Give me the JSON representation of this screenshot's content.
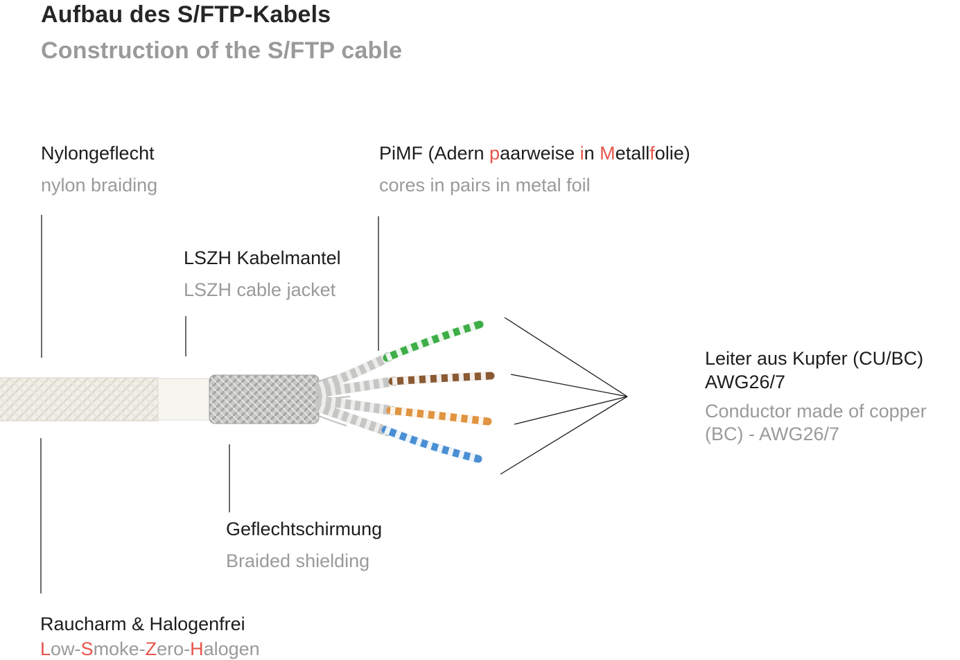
{
  "header": {
    "title_de": "Aufbau des S/FTP-Kabels",
    "title_en": "Construction of the S/FTP cable"
  },
  "labels": {
    "nylon": {
      "de": "Nylongeflecht",
      "en": "nylon braiding"
    },
    "pimf": {
      "de_segments": [
        {
          "text": "PiMF (Adern ",
          "color": "#1c1c1c"
        },
        {
          "text": "p",
          "color": "#e8544b"
        },
        {
          "text": "aarweise ",
          "color": "#1c1c1c"
        },
        {
          "text": "i",
          "color": "#e8544b"
        },
        {
          "text": "n ",
          "color": "#1c1c1c"
        },
        {
          "text": "M",
          "color": "#e8544b"
        },
        {
          "text": "etall",
          "color": "#1c1c1c"
        },
        {
          "text": "f",
          "color": "#e8544b"
        },
        {
          "text": "olie)",
          "color": "#1c1c1c"
        }
      ],
      "en": "cores in pairs in metal foil"
    },
    "lszh": {
      "de": "LSZH Kabelmantel",
      "en": "LSZH cable jacket"
    },
    "conductor": {
      "de": "Leiter aus Kupfer (CU/BC)\nAWG26/7",
      "en": "Conductor made of copper\n(BC) - AWG26/7"
    },
    "braid": {
      "de": "Geflechtschirmung",
      "en": "Braided shielding"
    },
    "halogen": {
      "de": "Raucharm & Halogenfrei",
      "en_segments": [
        {
          "text": "L",
          "color": "#e8544b"
        },
        {
          "text": "ow-",
          "color": "#9a9a9a"
        },
        {
          "text": "S",
          "color": "#e8544b"
        },
        {
          "text": "moke-",
          "color": "#9a9a9a"
        },
        {
          "text": "Z",
          "color": "#e8544b"
        },
        {
          "text": "ero-",
          "color": "#9a9a9a"
        },
        {
          "text": "H",
          "color": "#e8544b"
        },
        {
          "text": "alogen",
          "color": "#9a9a9a"
        }
      ]
    }
  },
  "colors": {
    "text_dark": "#1c1c1c",
    "text_gray": "#9a9a9a",
    "accent_red": "#e8544b",
    "leader_line": "#1a1a1a",
    "wire_green": "#3fae49",
    "wire_brown": "#8a5a33",
    "wire_orange": "#e09440",
    "wire_blue": "#4a8fd4",
    "jacket_white": "#f6f5f0",
    "shield_silver": "#c9c9c7"
  }
}
